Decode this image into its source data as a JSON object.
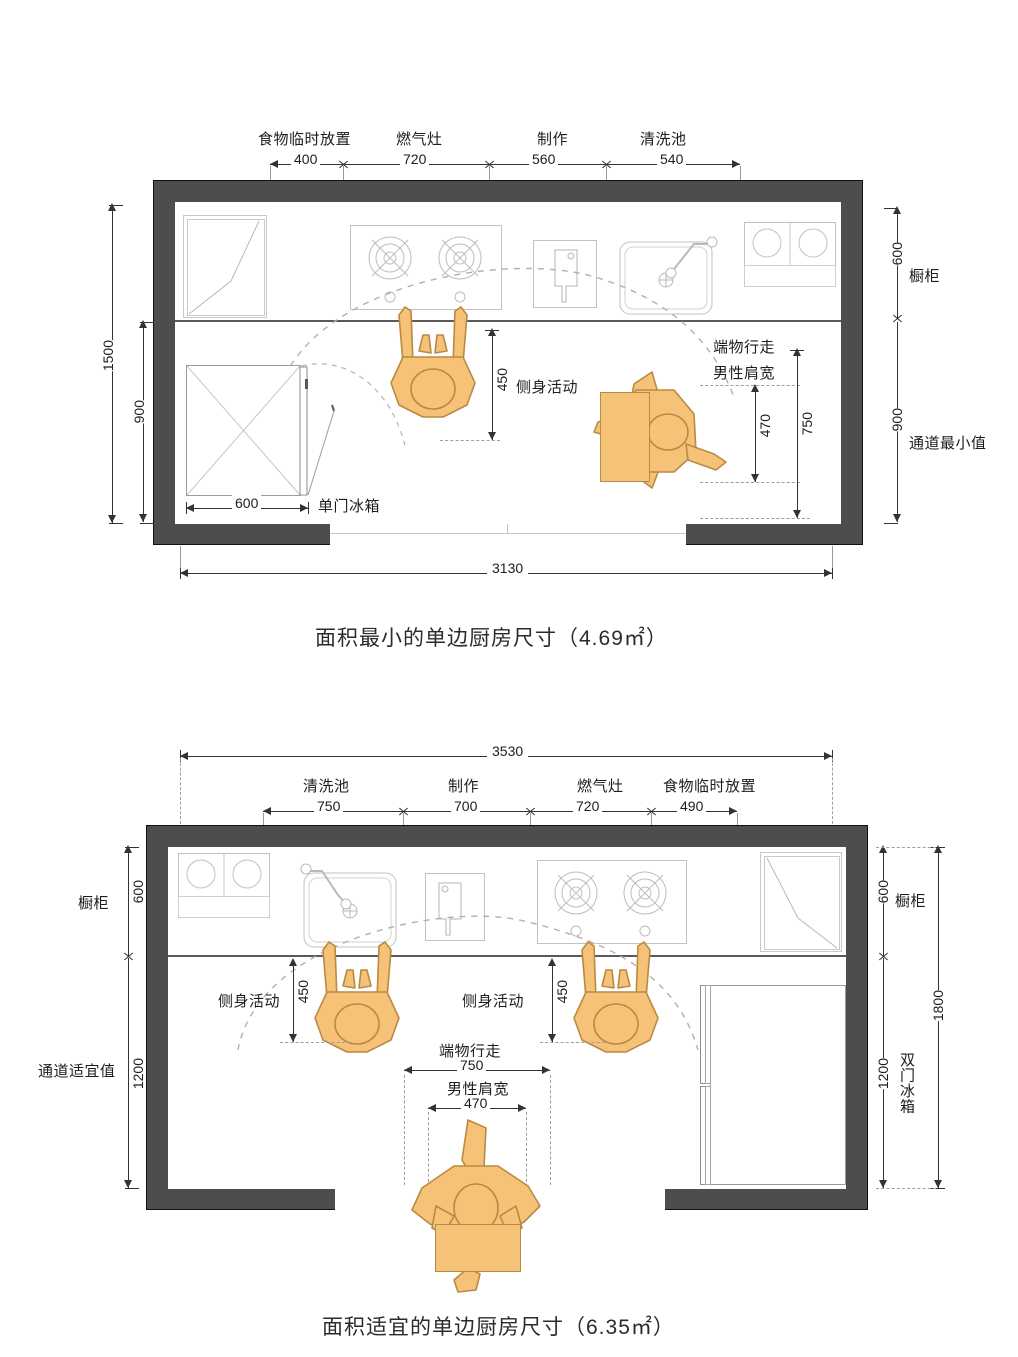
{
  "diagram1": {
    "caption": "面积最小的单边厨房尺寸（4.69㎡）",
    "total_width": "3130",
    "top_zones": [
      {
        "label": "食物临时放置",
        "value": "400"
      },
      {
        "label": "燃气灶",
        "value": "720"
      },
      {
        "label": "制作",
        "value": "560"
      },
      {
        "label": "清洗池",
        "value": "540"
      }
    ],
    "left_dims": [
      {
        "value": "1500"
      },
      {
        "value": "900"
      }
    ],
    "right_dims": [
      {
        "value": "600",
        "label": "橱柜"
      },
      {
        "value": "900",
        "label": "通道最小值"
      }
    ],
    "inner": {
      "side_activity_label": "侧身活动",
      "side_activity_value": "450",
      "carry_label": "端物行走",
      "carry_value": "750",
      "shoulder_label": "男性肩宽",
      "shoulder_value": "470",
      "fridge_label": "单门冰箱",
      "fridge_value": "600"
    }
  },
  "diagram2": {
    "caption": "面积适宜的单边厨房尺寸（6.35㎡）",
    "total_width": "3530",
    "top_zones": [
      {
        "label": "清洗池",
        "value": "750"
      },
      {
        "label": "制作",
        "value": "700"
      },
      {
        "label": "燃气灶",
        "value": "720"
      },
      {
        "label": "食物临时放置",
        "value": "490"
      }
    ],
    "left_dims": [
      {
        "value": "600",
        "label": "橱柜"
      },
      {
        "value": "1200",
        "label": "通道适宜值"
      }
    ],
    "right_dims": [
      {
        "value": "600",
        "label": "橱柜"
      },
      {
        "value": "1200",
        "label": "双门冰箱"
      },
      {
        "value": "1800",
        "label": ""
      }
    ],
    "inner": {
      "side_activity_label_1": "侧身活动",
      "side_activity_value_1": "450",
      "side_activity_label_2": "侧身活动",
      "side_activity_value_2": "450",
      "carry_label": "端物行走",
      "carry_value": "750",
      "shoulder_label": "男性肩宽",
      "shoulder_value": "470"
    }
  },
  "colors": {
    "wall": "#4d4d4d",
    "person": "#F6C277",
    "person_outline": "#b98a43",
    "dimension": "#333333"
  },
  "icons": {
    "stove": "gas-stove-icon",
    "sink": "sink-icon",
    "cutting_board": "cutting-board-icon",
    "fridge_single": "single-door-fridge-icon",
    "fridge_double": "double-door-fridge-icon",
    "counter": "counter-icon",
    "burner_plates": "burner-plates-icon"
  }
}
